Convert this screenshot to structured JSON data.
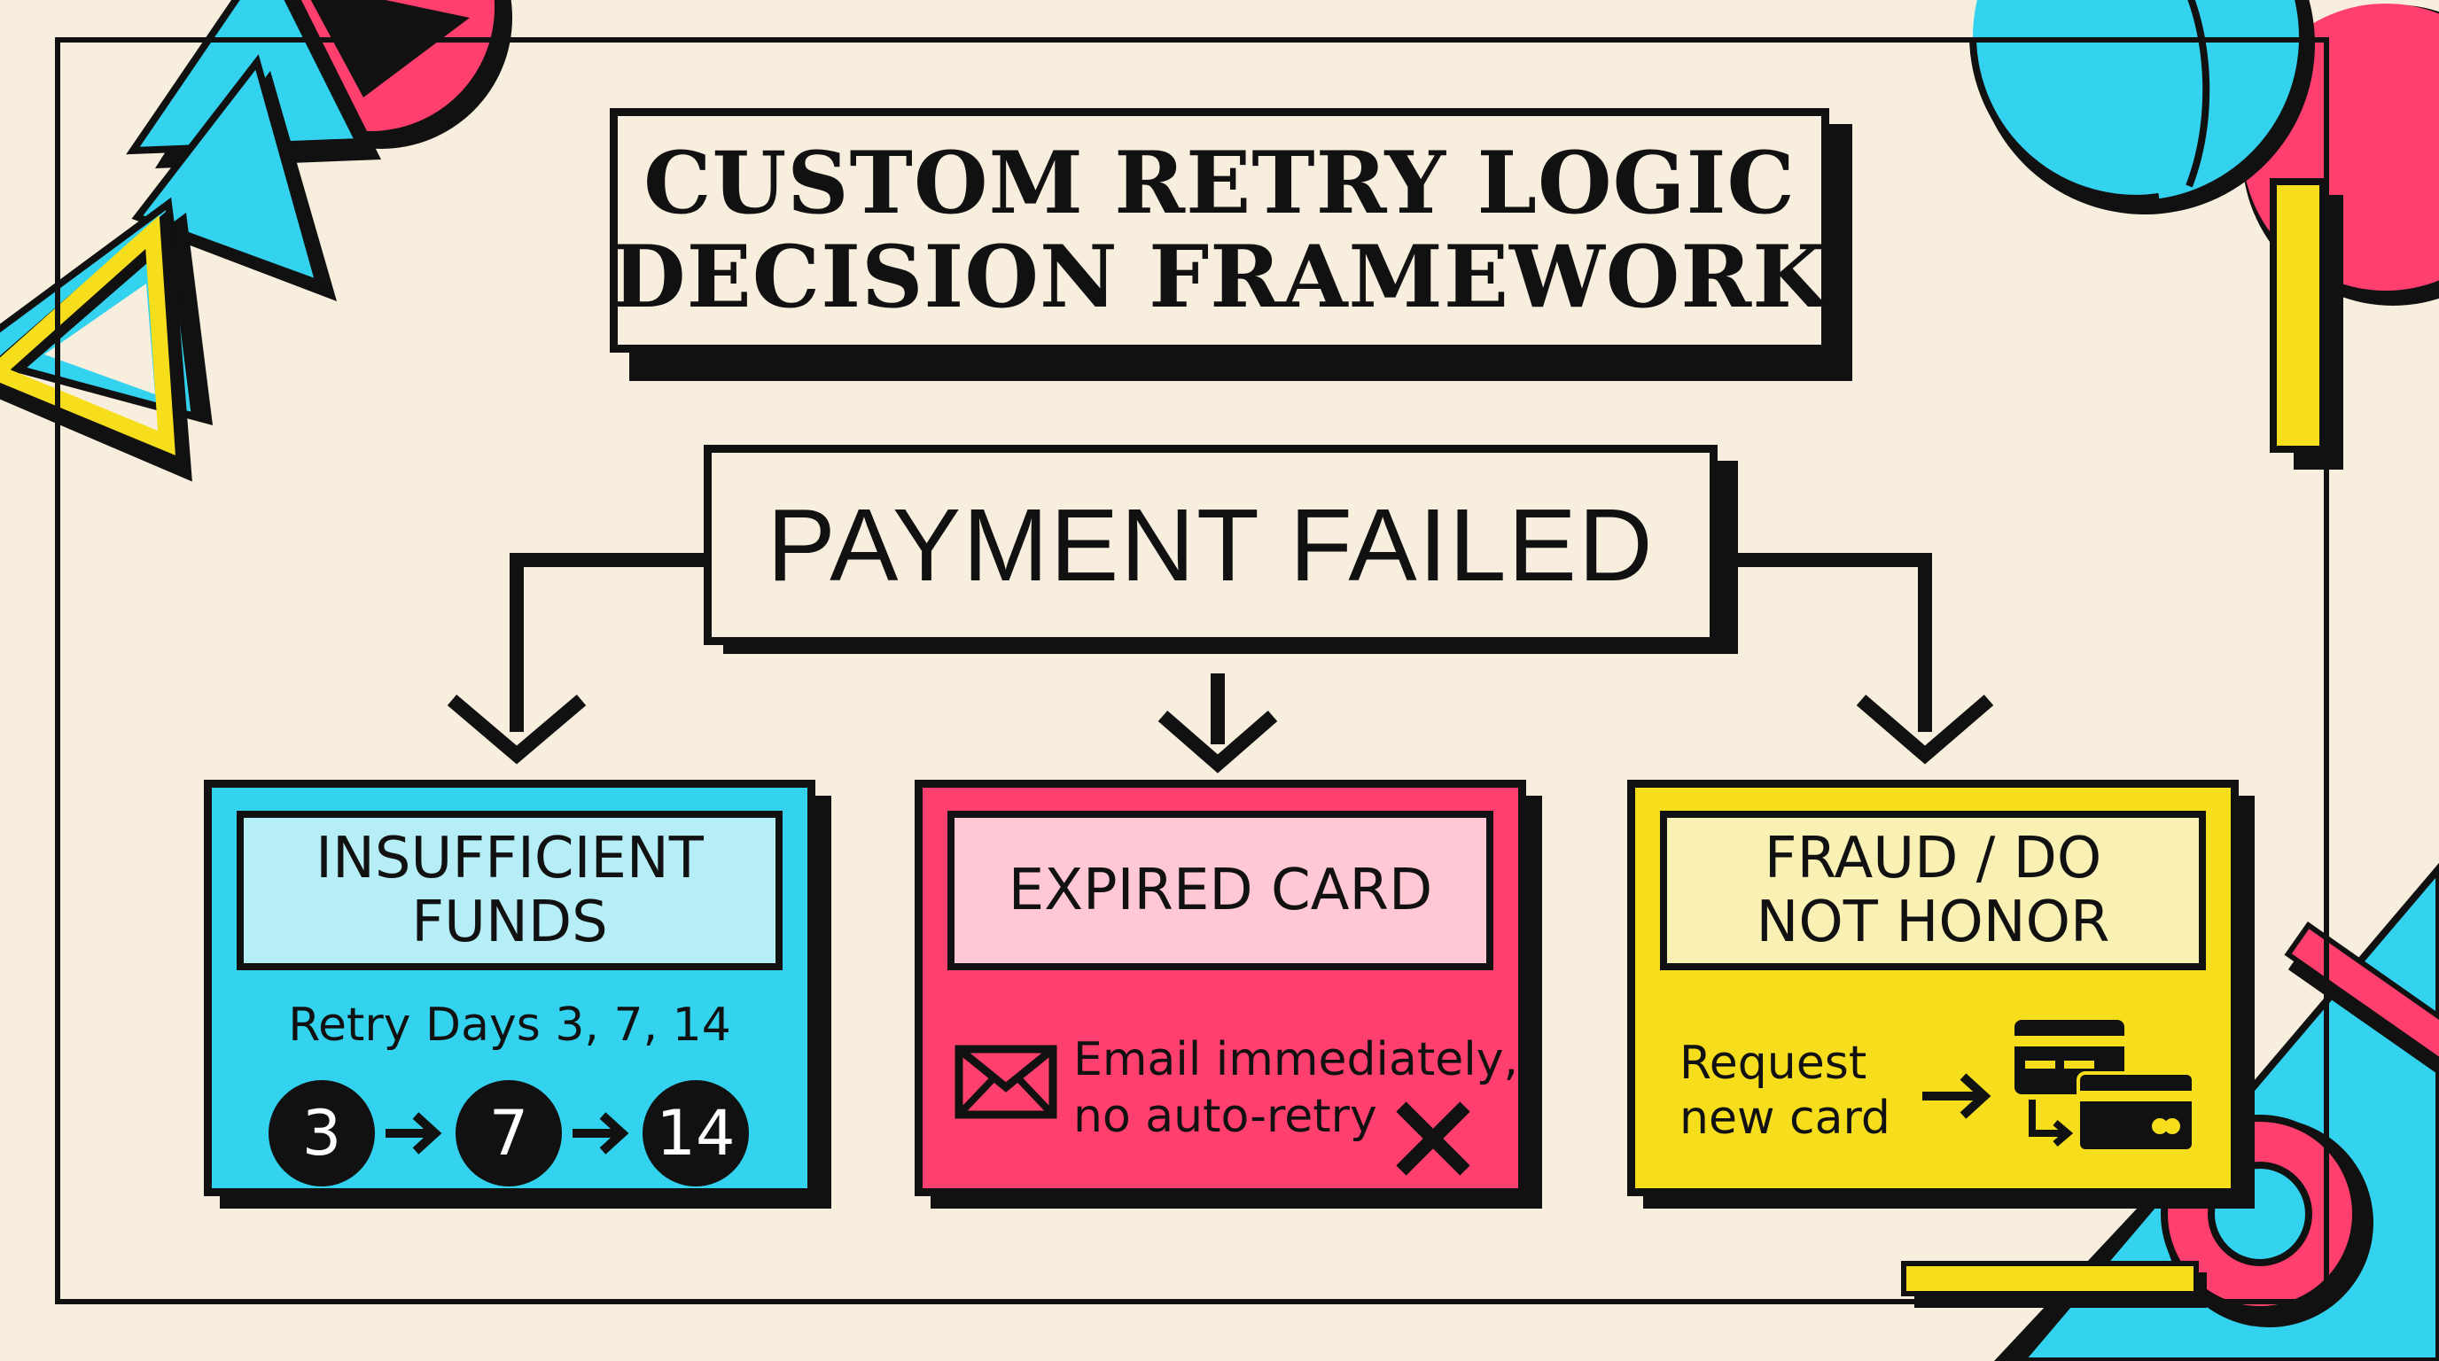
{
  "title": {
    "line1": "CUSTOM RETRY LOGIC",
    "line2": "DECISION FRAMEWORK"
  },
  "root": {
    "label": "PAYMENT FAILED"
  },
  "branches": [
    {
      "label_line1": "INSUFFICIENT",
      "label_line2": "FUNDS",
      "note": "Retry Days 3, 7, 14",
      "days": [
        "3",
        "7",
        "14"
      ],
      "icons": [
        "arrow-right-icon",
        "arrow-right-icon"
      ],
      "color": "#33d2ee"
    },
    {
      "label": "EXPIRED CARD",
      "note_line1": "Email immediately,",
      "note_line2": "no auto-retry",
      "icons": [
        "envelope-icon",
        "x-mark-icon"
      ],
      "color": "#ff3f6e"
    },
    {
      "label_line1": "FRAUD / DO",
      "label_line2": "NOT HONOR",
      "note_line1": "Request",
      "note_line2": "new card",
      "icons": [
        "arrow-right-icon",
        "credit-cards-icon"
      ],
      "color": "#f7de1d"
    }
  ],
  "palette": {
    "background": "#f8eedd",
    "ink": "#111111",
    "cyan": "#33d2ee",
    "pink": "#ff3f6e",
    "yellow": "#f7de1d"
  }
}
